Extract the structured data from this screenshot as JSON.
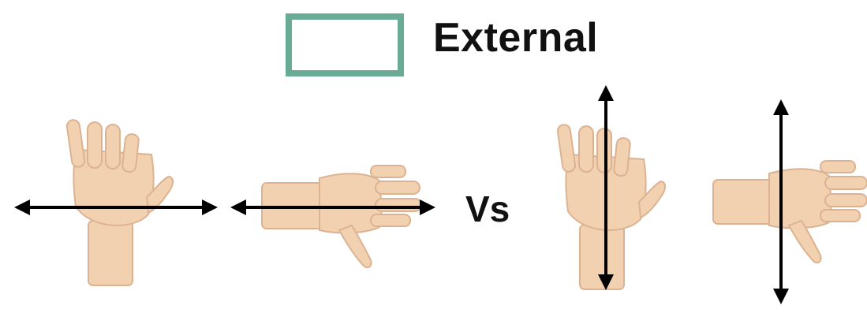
{
  "legend": {
    "label": "External",
    "swatch_color": "#6aab96"
  },
  "comparison_label": "Vs",
  "colors": {
    "skin": "#f2d1b0",
    "skin_shadow": "#dcb392",
    "arrow": "#000000"
  },
  "groups": [
    {
      "name": "horizontal-axis",
      "hands": [
        "palm-up-hand",
        "palm-side-hand"
      ],
      "arrow_direction": "horizontal"
    },
    {
      "name": "vertical-axis",
      "hands": [
        "palm-up-hand",
        "palm-side-hand"
      ],
      "arrow_direction": "vertical"
    }
  ]
}
